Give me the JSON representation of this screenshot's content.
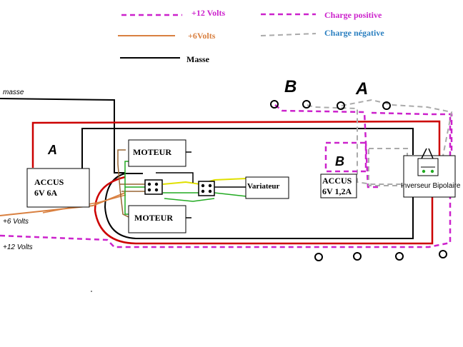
{
  "legend": {
    "plus12": "+12 Volts",
    "plus6": "+6Volts",
    "masse": "Masse",
    "charge_pos": "Charge positive",
    "charge_neg": "Charge négative"
  },
  "labels": {
    "masse_in": "masse",
    "plus6_in": "+6 Volts",
    "plus12_in": "+12 Volts",
    "letter_a_big": "A",
    "letter_b_big": "B",
    "letter_a_small": "A",
    "letter_b_small": "B"
  },
  "components": {
    "accus_a_line1": "ACCUS",
    "accus_a_line2": "6V  6A",
    "moteur_top": "MOTEUR",
    "moteur_bottom": "MOTEUR",
    "variateur": "Variateur",
    "accus_b_line1": "ACCUS",
    "accus_b_line2": "6V 1,2A",
    "inverseur": "Inverseur Bipolaire"
  },
  "colors": {
    "plus12": "#cc22cc",
    "plus6": "#d98040",
    "masse": "#000000",
    "charge_pos": "#cc22cc",
    "charge_neg": "#aaaaaa",
    "red_wire": "#cc0000",
    "green_wire": "#22aa22",
    "yellow_wire": "#e0e000",
    "brown_wire": "#996633",
    "charge_neg_text": "#2a7fc0",
    "charge_pos_text": "#cc22cc"
  }
}
